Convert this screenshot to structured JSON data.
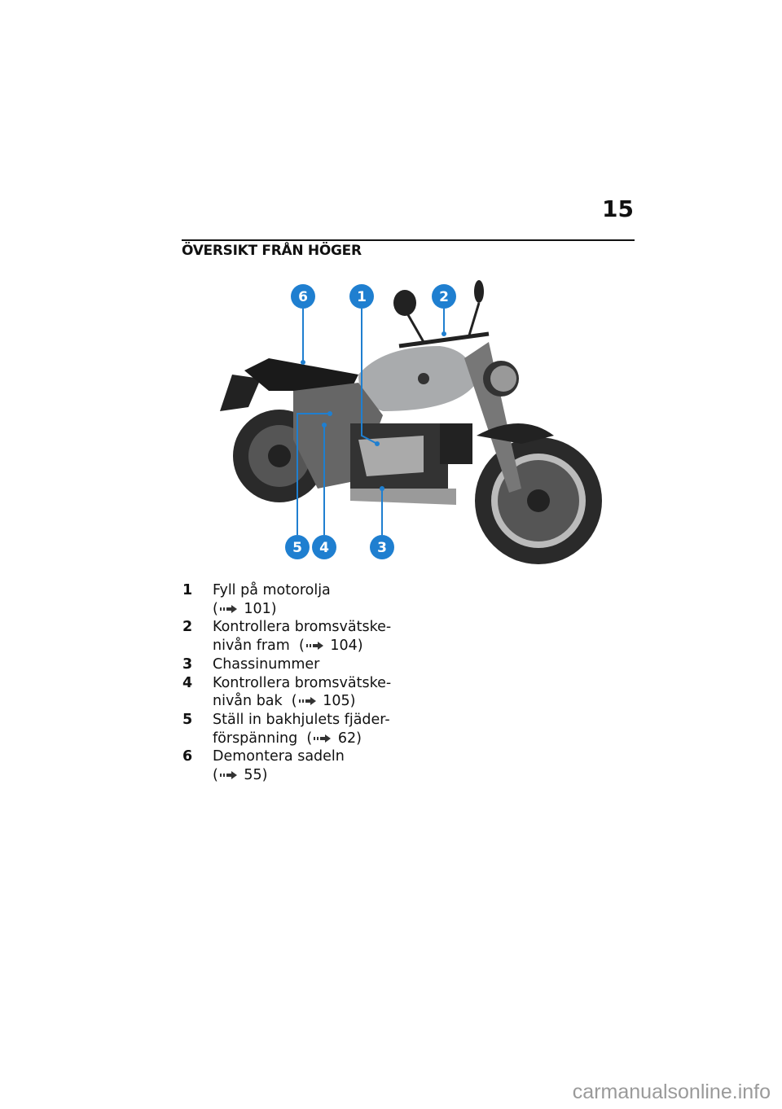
{
  "page_number": "15",
  "section_title": "ÖVERSIKT FRÅN HÖGER",
  "callouts": [
    "6",
    "1",
    "2",
    "5",
    "4",
    "3"
  ],
  "items": [
    {
      "num": "1",
      "line1": "Fyll på motorolja",
      "line2_text": "",
      "ref": "101)"
    },
    {
      "num": "2",
      "line1": "Kontrollera bromsvätske-",
      "line2_text": "nivån fram",
      "ref": "104)"
    },
    {
      "num": "3",
      "line1": "Chassinummer",
      "line2_text": null,
      "ref": null
    },
    {
      "num": "4",
      "line1": "Kontrollera bromsvätske-",
      "line2_text": "nivån bak",
      "ref": "105)"
    },
    {
      "num": "5",
      "line1": "Ställ in bakhjulets fjäder-",
      "line2_text": "förspänning",
      "ref": "62)"
    },
    {
      "num": "6",
      "line1": "Demontera sadeln",
      "line2_text": "",
      "ref": "55)"
    }
  ],
  "watermark": "carmanualsonline.info",
  "colors": {
    "callout": "#1f7fd0"
  }
}
